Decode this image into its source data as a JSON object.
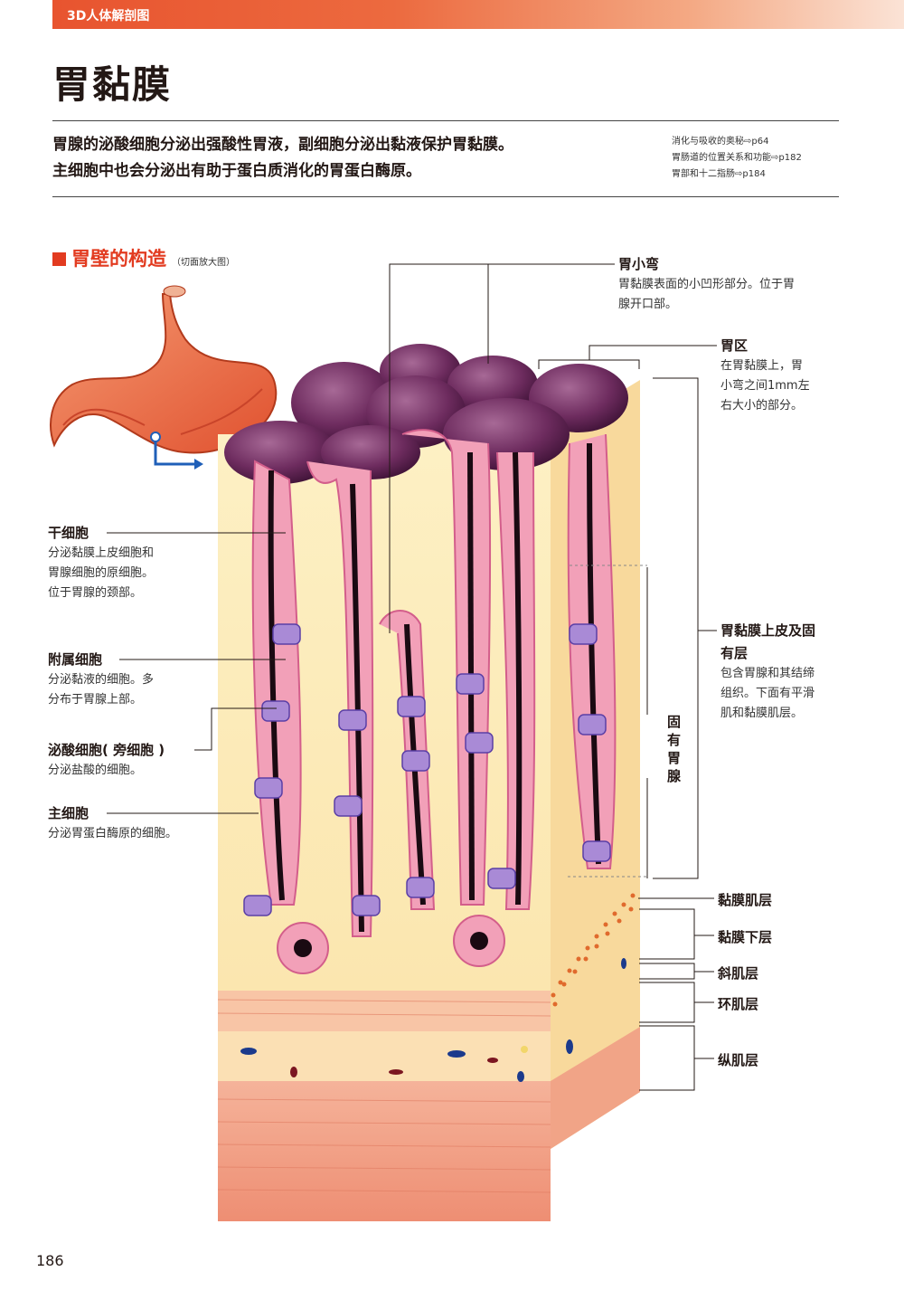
{
  "header": {
    "series": "3D人体解剖图"
  },
  "title": "胃黏膜",
  "intro": [
    "胃腺的泌酸细胞分泌出强酸性胃液，副细胞分泌出黏液保护胃黏膜。",
    "主细胞中也会分泌出有助于蛋白质消化的胃蛋白酶原。"
  ],
  "refs": [
    "消化与吸收的奥秘⇨p64",
    "胃肠道的位置关系和功能⇨p182",
    "胃部和十二指肠⇨p184"
  ],
  "section": {
    "title": "胃壁的构造",
    "subtitle": "（切面放大图）"
  },
  "labels_left": [
    {
      "title": "干细胞",
      "desc": [
        "分泌黏膜上皮细胞和",
        "胃腺细胞的原细胞。",
        "位于胃腺的颈部。"
      ]
    },
    {
      "title": "附属细胞",
      "desc": [
        "分泌黏液的细胞。多",
        "分布于胃腺上部。"
      ]
    },
    {
      "title": "泌酸细胞( 旁细胞 )",
      "desc": [
        "分泌盐酸的细胞。"
      ]
    },
    {
      "title": "主细胞",
      "desc": [
        "分泌胃蛋白酶原的细胞。"
      ]
    }
  ],
  "labels_right": [
    {
      "title": "胃小弯",
      "desc": [
        "胃黏膜表面的小凹形部分。位于胃",
        "腺开口部。"
      ]
    },
    {
      "title": "胃区",
      "desc": [
        "在胃黏膜上，胃",
        "小弯之间1mm左",
        "右大小的部分。"
      ]
    },
    {
      "title": "胃黏膜上皮及固",
      "title2": "有层",
      "desc": [
        "包含胃腺和其结缔",
        "组织。下面有平滑",
        "肌和黏膜肌层。"
      ]
    }
  ],
  "vertical_label": [
    "固",
    "有",
    "胃",
    "腺"
  ],
  "layers": [
    "黏膜肌层",
    "黏膜下层",
    "斜肌层",
    "环肌层",
    "纵肌层"
  ],
  "page_number": "186",
  "colors": {
    "accent": "#e23b20",
    "mucosa": "#fbe6ae",
    "pit": "#6b2a5a",
    "muscle": "#f0957c"
  }
}
